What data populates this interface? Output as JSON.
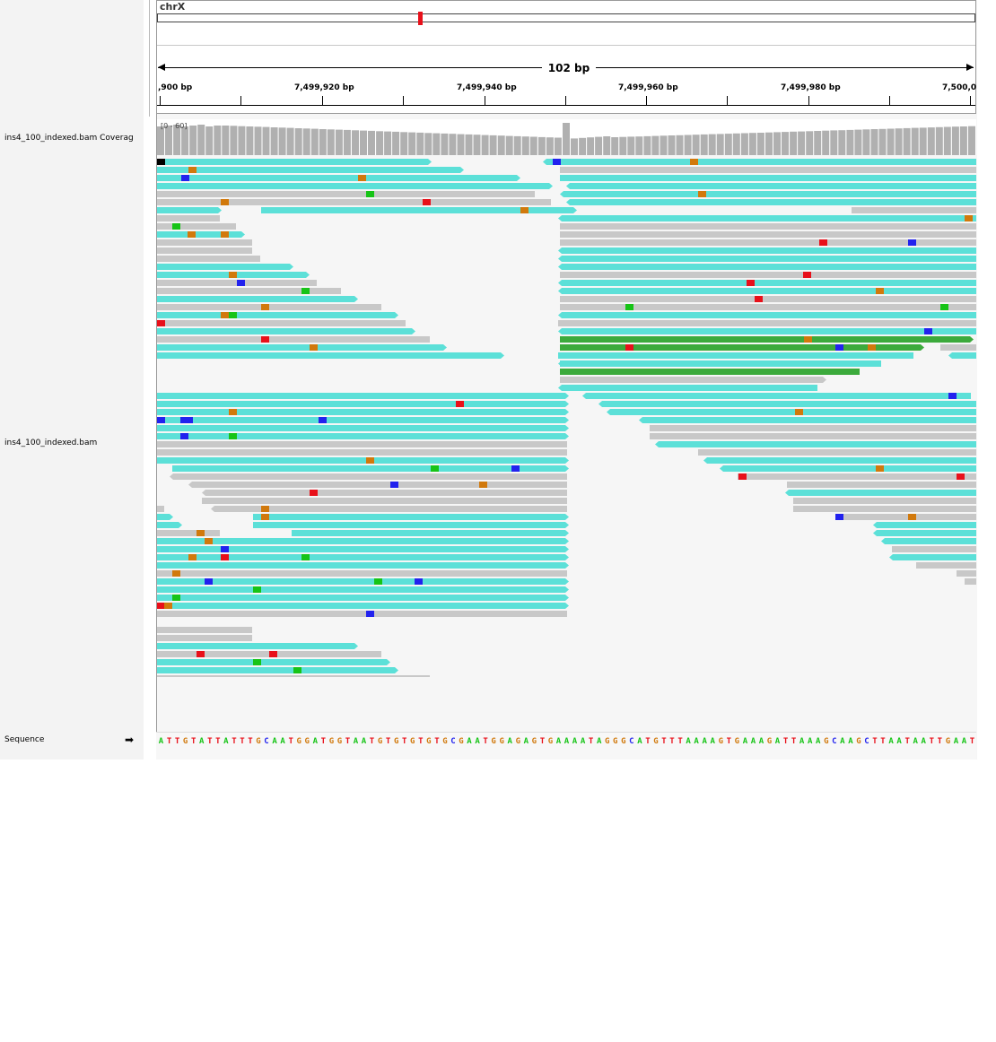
{
  "header": {
    "chromosome": "chrX",
    "span_label": "102 bp",
    "ticks": [
      ",900 bp",
      "7,499,920 bp",
      "7,499,940 bp",
      "7,499,960 bp",
      "7,499,980 bp",
      "7,500,0"
    ]
  },
  "tracks": {
    "coverage_label": "ins4_100_indexed.bam Coverag",
    "coverage_range": "[0 - 60]",
    "alignment_label": "ins4_100_indexed.bam",
    "sequence_label": "Sequence"
  },
  "sequence": "ATTGTATTATTTGCAATGGATGGTAATGTGTGTGTGCGAATGGAGAGTGAAAATAGGGCATGTTTAAAAGTGAAAGATTAAAGCAAGCTTAATAATTGAATA",
  "colors": {
    "cyan_read": "#5ce0d8",
    "gray_read": "#c8c8c8",
    "green_read": "#3caa3c",
    "base_A": "#17c417",
    "base_C": "#2222ee",
    "base_G": "#d1790c",
    "base_T": "#e8101a",
    "coverage": "#b0b0b0"
  }
}
